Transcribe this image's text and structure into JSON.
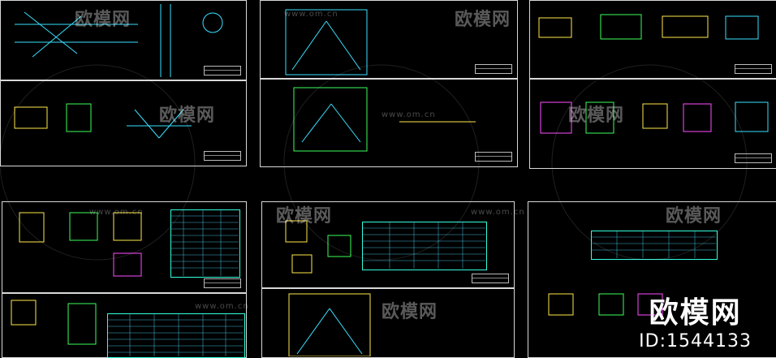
{
  "watermark": {
    "brand_cn": "欧模网",
    "url": "www.om.cn"
  },
  "brand_box": {
    "name": "欧模网",
    "id_text": "ID:1544133"
  },
  "colors": {
    "background": "#000000",
    "frame": "#d8d8d8",
    "cyan": "#39e0ff",
    "yellow": "#ffe94a",
    "green": "#3cff5a",
    "magenta": "#ff4cff",
    "red": "#ff3b3b"
  }
}
